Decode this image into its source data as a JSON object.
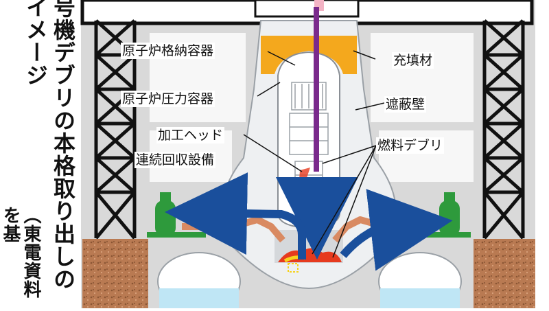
{
  "title": "号機デブリの本格取り出しのイメージ",
  "source": "（東電資料を基",
  "labels": {
    "pcv": "原子炉格納容器",
    "rpv": "原子炉圧力容器",
    "filler": "充填材",
    "shield_wall": "遮蔽壁",
    "processing_head": "加工ヘッド",
    "collection_equipment": "連続回収設備",
    "fuel_debris": "燃料デブリ"
  },
  "colors": {
    "frame": "#111111",
    "building": "#dcdcdc",
    "filler": "#f4a81d",
    "arrow": "#1a4f9c",
    "rod": "#7a2a8c",
    "debris": "#e63a1e",
    "tank": "#2e9a3c",
    "arm": "#d98a62",
    "ground": "#b97a52",
    "water": "#bfe6f5"
  }
}
